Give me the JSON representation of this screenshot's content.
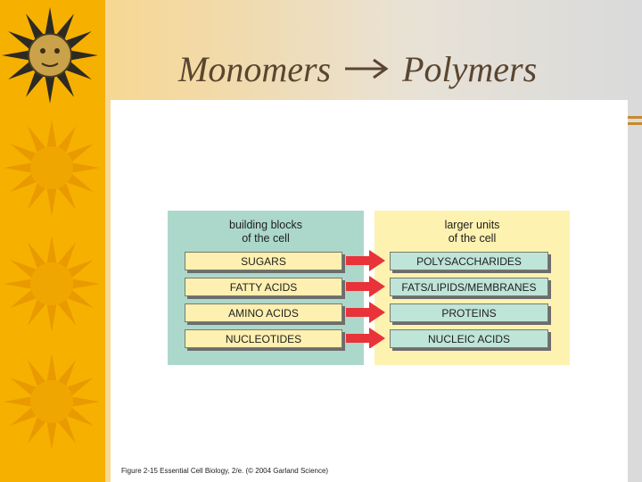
{
  "slide": {
    "title_left": "Monomers",
    "title_right": "Polymers"
  },
  "figure": {
    "left_heading": [
      "building blocks",
      "of the cell"
    ],
    "right_heading": [
      "larger units",
      "of the cell"
    ],
    "rows": [
      {
        "monomer": "SUGARS",
        "polymer": "POLYSACCHARIDES"
      },
      {
        "monomer": "FATTY ACIDS",
        "polymer": "FATS/LIPIDS/MEMBRANES"
      },
      {
        "monomer": "AMINO ACIDS",
        "polymer": "PROTEINS"
      },
      {
        "monomer": "NUCLEOTIDES",
        "polymer": "NUCLEIC ACIDS"
      }
    ],
    "caption": "Figure 2-15  Essential Cell Biology, 2/e. (© 2004 Garland Science)"
  },
  "colors": {
    "left_panel": "#acd8cb",
    "right_panel": "#fdf2b0",
    "arrow": "#e8333a",
    "sun": "#f6b000"
  }
}
